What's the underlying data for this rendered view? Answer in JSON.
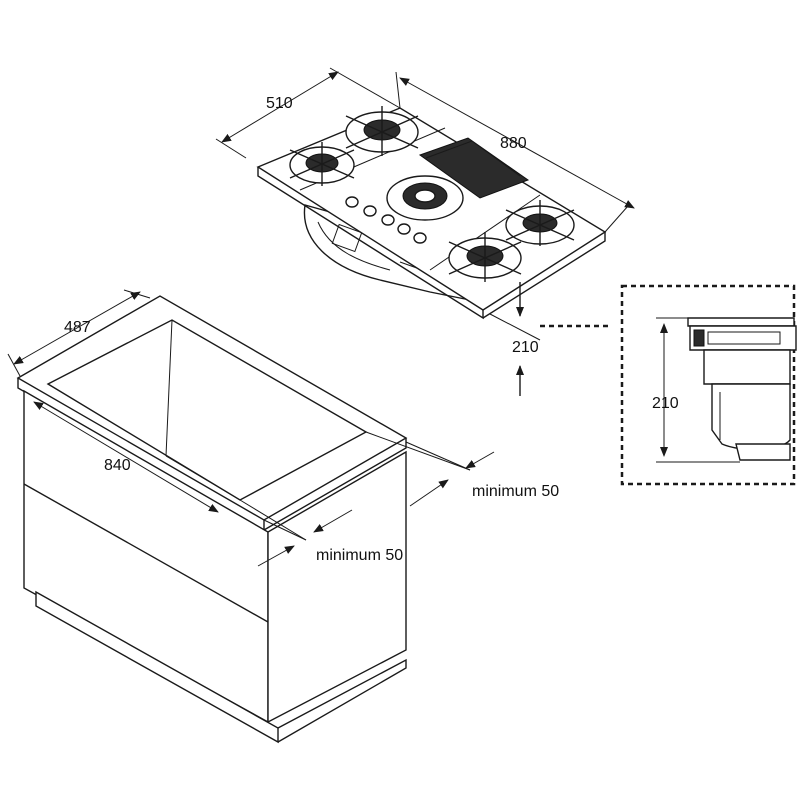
{
  "hob": {
    "depth_label": "510",
    "width_label": "880",
    "height_label": "210"
  },
  "cabinet": {
    "depth_label": "487",
    "width_label": "840",
    "clearance_right_label": "minimum 50",
    "clearance_front_label": "minimum 50"
  },
  "detail": {
    "height_label": "210"
  }
}
